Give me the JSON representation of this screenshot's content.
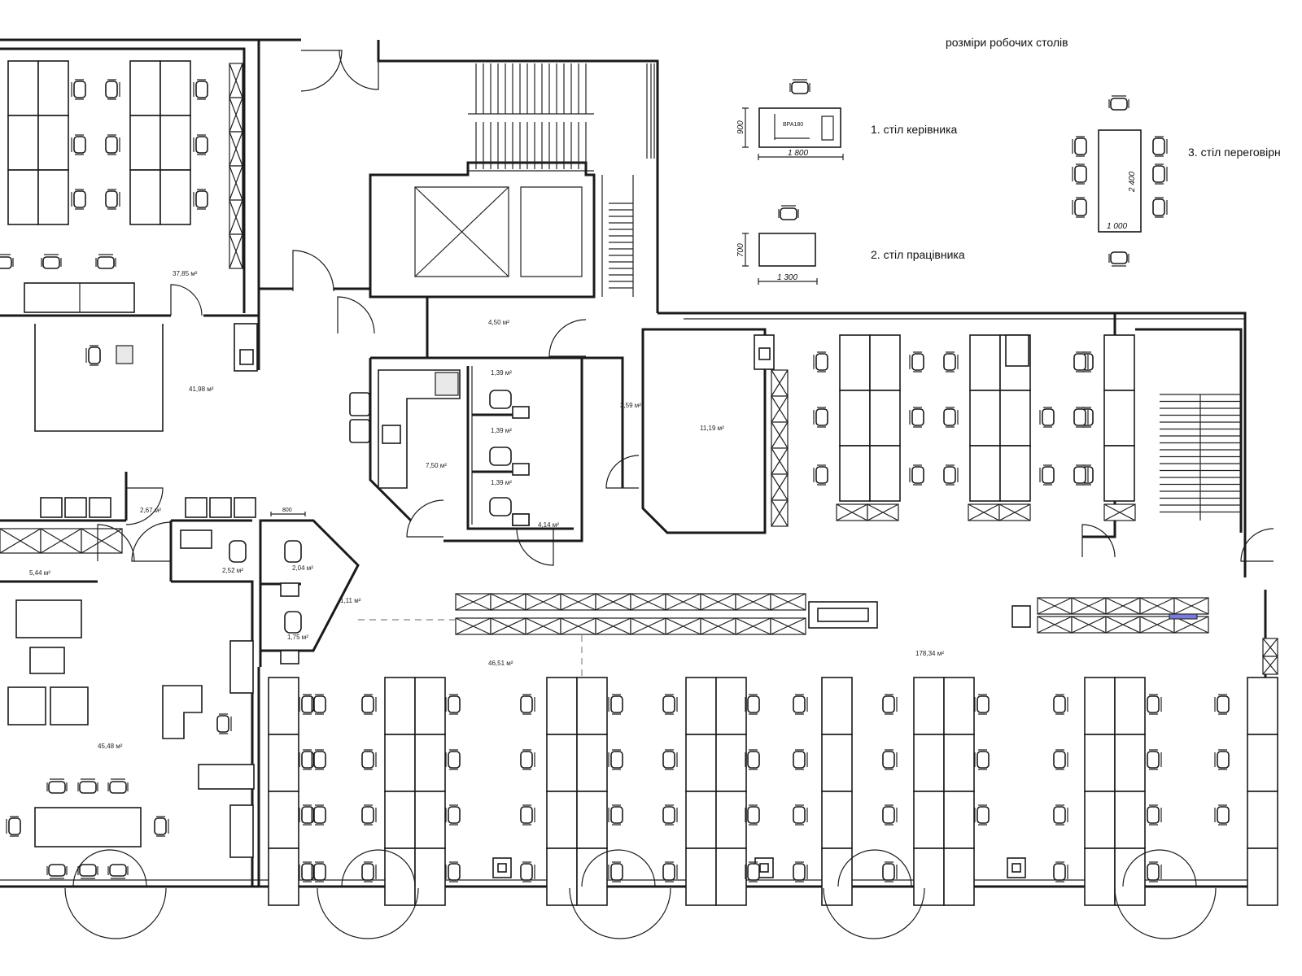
{
  "legend": {
    "title": "розміри робочих столів",
    "items": [
      {
        "label": "1. стіл керівника",
        "width": "1 800",
        "depth": "900",
        "model": "BPA180"
      },
      {
        "label": "2. стіл працівника",
        "width": "1 300",
        "depth": "700"
      },
      {
        "label": "3. стіл переговірн",
        "width": "1 000",
        "depth": "2 400"
      }
    ]
  },
  "rooms": [
    {
      "id": "r1",
      "area": "37,85 м²"
    },
    {
      "id": "r2",
      "area": "41,98 м²"
    },
    {
      "id": "r3",
      "area": "4,50 м²"
    },
    {
      "id": "r4",
      "area": "3,59 м²"
    },
    {
      "id": "r5",
      "area": "11,19 м²"
    },
    {
      "id": "r6",
      "area": "7,50 м²"
    },
    {
      "id": "r7",
      "area": "1,39 м²"
    },
    {
      "id": "r8",
      "area": "1,39 м²"
    },
    {
      "id": "r9",
      "area": "1,39 м²"
    },
    {
      "id": "r10",
      "area": "4,14 м²"
    },
    {
      "id": "r11",
      "area": "2,67 м²"
    },
    {
      "id": "r12",
      "area": "5,44 м²"
    },
    {
      "id": "r13",
      "area": "2,52 м²"
    },
    {
      "id": "r14",
      "area": "2,04 м²"
    },
    {
      "id": "r15",
      "area": "1,11 м²"
    },
    {
      "id": "r16",
      "area": "1,75 м²"
    },
    {
      "id": "r17",
      "area": "46,51 м²"
    },
    {
      "id": "r18",
      "area": "178,34 м²"
    },
    {
      "id": "r19",
      "area": "45,48 м²"
    }
  ],
  "dimension_mark": "800"
}
